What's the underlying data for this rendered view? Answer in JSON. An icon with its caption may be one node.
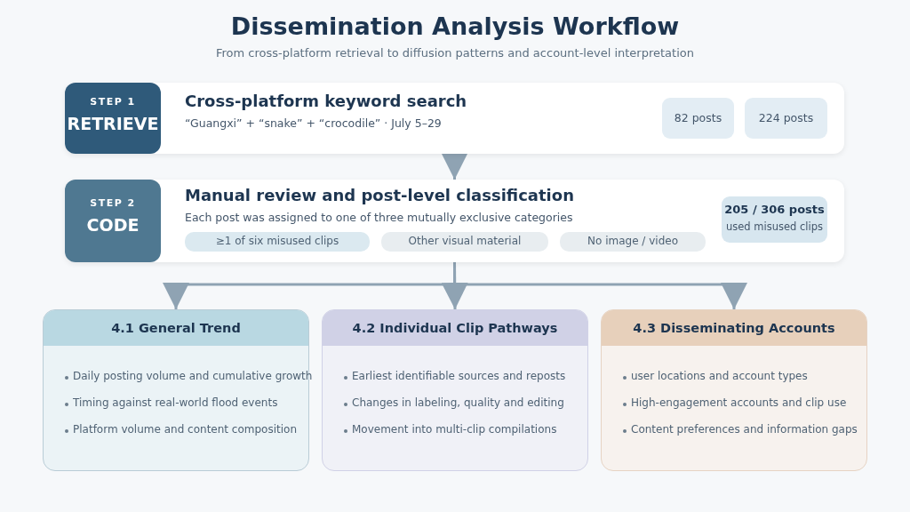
{
  "diagram": {
    "title": "Dissemination Analysis Workflow",
    "caption": "From cross-platform retrieval to diffusion patterns and account-level interpretation",
    "nodes": [
      {
        "text": [
          "Cross-platform keyword search",
          "“Guangxi” + “snake” + “crocodile” · July 5–29"
        ]
      },
      {
        "text": [
          "STEP 1",
          "RETRIEVE"
        ],
        "in": 0
      },
      {
        "text": [
          "82 posts"
        ],
        "in": 0
      },
      {
        "text": [
          "224 posts"
        ],
        "in": 0
      },
      {
        "text": [
          "Manual review and post-level classification",
          "Each post was assigned to one of three mutually exclusive categories"
        ]
      },
      {
        "text": [
          "STEP 2",
          "CODE"
        ],
        "in": 4
      },
      {
        "text": [
          "≥1 of six misused clips"
        ],
        "in": 4
      },
      {
        "text": [
          "Other visual material"
        ],
        "in": 4
      },
      {
        "text": [
          "No image / video"
        ],
        "in": 4
      },
      {
        "text": [
          "205 / 306 posts",
          "used misused clips"
        ],
        "in": 4
      },
      {
        "text": [
          "4.1 General Trend",
          "Daily posting volume and cumulative growth",
          "Timing against real-world flood events",
          "Platform volume and content composition"
        ]
      },
      {
        "text": [
          "4.2 Individual Clip Pathways",
          "Earliest identifiable sources and reposts",
          "Changes in labeling, quality and editing",
          "Movement into multi-clip compilations"
        ]
      },
      {
        "text": [
          "4.3 Disseminating Accounts",
          "user locations and account types",
          "High-engagement accounts and clip use",
          "Content preferences and information gaps"
        ]
      }
    ],
    "edges": [
      {
        "from": 0,
        "to": 4,
        "arrow": "to"
      },
      {
        "from": 4,
        "to": 10,
        "arrow": "to"
      },
      {
        "from": 4,
        "to": 11,
        "arrow": "to"
      },
      {
        "from": 4,
        "to": 12,
        "arrow": "to"
      }
    ]
  }
}
